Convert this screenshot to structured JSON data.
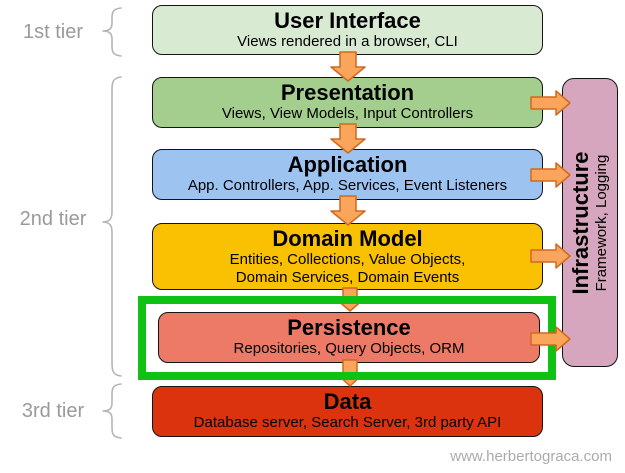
{
  "tiers": [
    {
      "label": "1st tier"
    },
    {
      "label": "2nd tier"
    },
    {
      "label": "3rd tier"
    }
  ],
  "layers": [
    {
      "name": "user-interface",
      "title": "User Interface",
      "subtitle": "Views rendered in a browser, CLI",
      "color": "#d9ead3"
    },
    {
      "name": "presentation",
      "title": "Presentation",
      "subtitle": "Views, View Models, Input Controllers",
      "color": "#a3ce8d"
    },
    {
      "name": "application",
      "title": "Application",
      "subtitle": "App. Controllers, App. Services, Event Listeners",
      "color": "#9dc3f0"
    },
    {
      "name": "domain-model",
      "title": "Domain Model",
      "subtitle": "Entities, Collections, Value Objects,",
      "subtitle2": "Domain Services, Domain Events",
      "color": "#f9c101"
    },
    {
      "name": "persistence",
      "title": "Persistence",
      "subtitle": "Repositories, Query Objects, ORM",
      "color": "#ed7a66",
      "highlighted": true
    },
    {
      "name": "data",
      "title": "Data",
      "subtitle": "Database server, Search Server, 3rd party API",
      "color": "#dc330f"
    }
  ],
  "infrastructure": {
    "title": "Infrastructure",
    "subtitle": "Framework, Logging",
    "color": "#d5a6bd"
  },
  "highlight": {
    "color": "#0ec112"
  },
  "arrows": {
    "fill": "#f9a55c",
    "stroke": "#d2691e"
  },
  "watermark": "www.herbertograca.com"
}
